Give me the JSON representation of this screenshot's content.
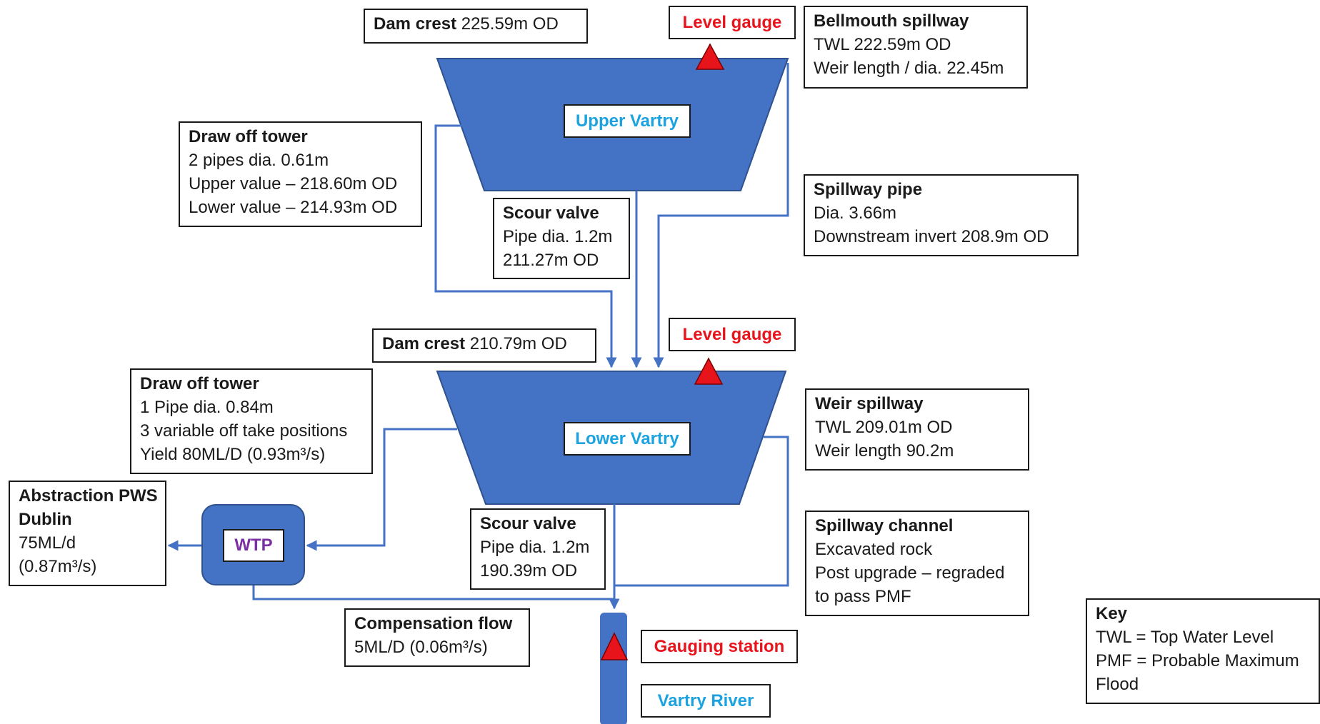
{
  "colors": {
    "water": "#4472c4",
    "line": "#4472c4",
    "gauge": "#e8141c",
    "reservoir_text": "#1aa3e0",
    "alert_text": "#e8141c",
    "wtp_text": "#7a2fa3"
  },
  "icons": {
    "gauge": "red-triangle",
    "arrow": "arrowhead"
  },
  "upper": {
    "dam_crest": {
      "bold": "Dam crest",
      "rest": " 225.59m OD"
    },
    "level_gauge": "Level gauge",
    "name": "Upper Vartry",
    "spillway": {
      "title": "Bellmouth spillway",
      "lines": [
        "TWL 222.59m OD",
        "Weir length / dia. 22.45m"
      ]
    },
    "draw_off": {
      "title": "Draw off tower",
      "lines": [
        "2 pipes dia. 0.61m",
        "Upper value – 218.60m OD",
        "Lower value – 214.93m OD"
      ]
    },
    "scour": {
      "title": "Scour valve",
      "lines": [
        "Pipe dia. 1.2m",
        "211.27m OD"
      ]
    },
    "spillway_pipe": {
      "title": "Spillway pipe",
      "lines": [
        "Dia. 3.66m",
        "Downstream invert 208.9m OD"
      ]
    }
  },
  "lower": {
    "dam_crest": {
      "bold": "Dam crest",
      "rest": " 210.79m OD"
    },
    "level_gauge": "Level gauge",
    "name": "Lower Vartry",
    "draw_off": {
      "title": "Draw off tower",
      "lines": [
        "1 Pipe dia. 0.84m",
        "3 variable off take positions",
        "Yield 80ML/D (0.93m³/s)"
      ]
    },
    "weir": {
      "title": "Weir spillway",
      "lines": [
        "TWL 209.01m OD",
        "Weir length 90.2m"
      ]
    },
    "scour": {
      "title": "Scour valve",
      "lines": [
        "Pipe dia. 1.2m",
        "190.39m OD"
      ]
    },
    "channel": {
      "title": "Spillway channel",
      "lines": [
        "Excavated rock",
        "Post upgrade – regraded",
        "to pass PMF"
      ]
    }
  },
  "abstraction": {
    "title_lines": [
      "Abstraction PWS",
      "Dublin"
    ],
    "lines": [
      "75ML/d",
      "(0.87m³/s)"
    ]
  },
  "wtp": "WTP",
  "compensation": {
    "title": "Compensation flow",
    "lines": [
      "5ML/D (0.06m³/s)"
    ]
  },
  "gauging_station": "Gauging station",
  "river": "Vartry River",
  "key": {
    "title": "Key",
    "lines": [
      "TWL = Top Water Level",
      "PMF = Probable Maximum",
      "Flood"
    ]
  }
}
